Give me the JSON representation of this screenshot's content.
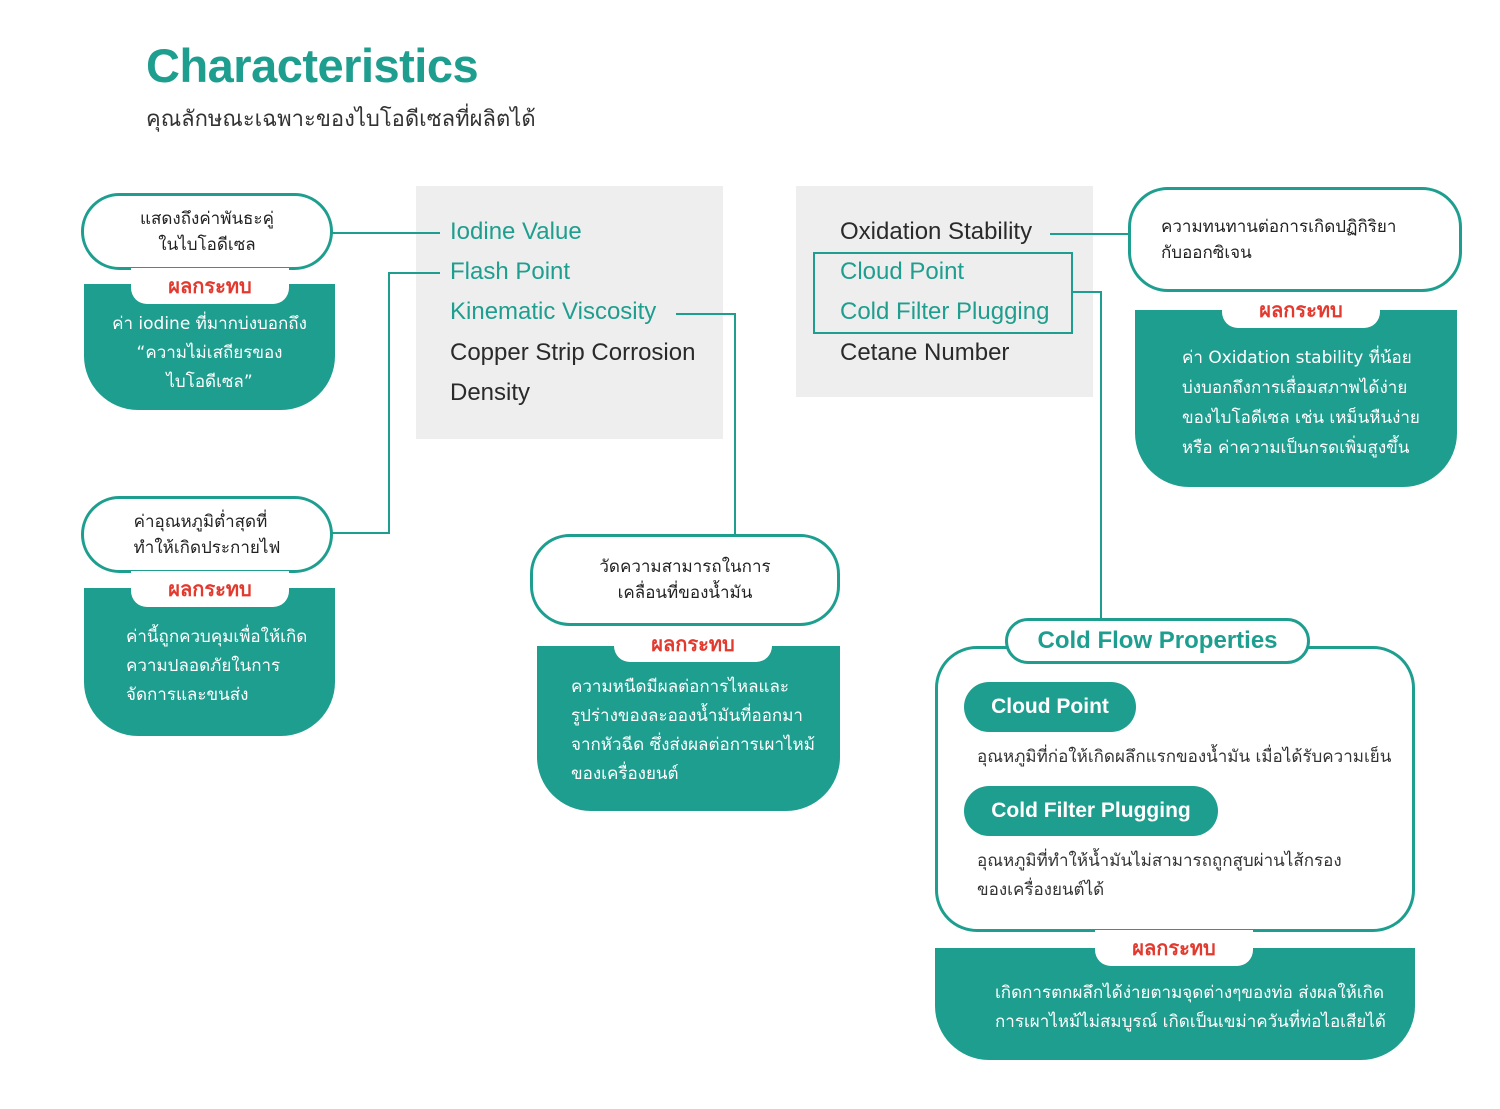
{
  "header": {
    "title": "Characteristics",
    "subtitle": "คุณลักษณะเฉพาะของไบโอดีเซลที่ผลิตได้"
  },
  "colors": {
    "accent": "#1e9e8f",
    "impact_label": "#e23a2f",
    "panel": "#eeeeee"
  },
  "left_panel": {
    "terms": [
      "Iodine Value",
      "Flash Point",
      "Kinematic Viscosity",
      "Copper Strip Corrosion",
      "Density"
    ]
  },
  "right_panel": {
    "terms": [
      "Oxidation Stability",
      "Cloud Point",
      "Cold Filter Plugging",
      "Cetane Number"
    ]
  },
  "impact_label": "ผลกระทบ",
  "callouts": {
    "iodine": {
      "heading": "แสดงถึงค่าพันธะคู่\nในไบโอดีเซล",
      "body": "ค่า iodine ที่มากบ่งบอกถึง\n“ความไม่เสถียรของ\nไบโอดีเซล”"
    },
    "flash": {
      "heading": "ค่าอุณหภูมิต่ำสุดที่\nทำให้เกิดประกายไฟ",
      "body": "ค่านี้ถูกควบคุมเพื่อให้เกิด\nความปลอดภัยในการ\nจัดการและขนส่ง"
    },
    "viscosity": {
      "heading": "วัดความสามารถในการ\nเคลื่อนที่ของน้ำมัน",
      "body": "ความหนืดมีผลต่อการไหลและ\nรูปร่างของละอองน้ำมันที่ออกมา\nจากหัวฉีด ซึ่งส่งผลต่อการเผาไหม้\nของเครื่องยนต์"
    },
    "oxidation": {
      "heading": "ความทนทานต่อการเกิดปฏิกิริยา\nกับออกซิเจน",
      "body": "ค่า Oxidation stability ที่น้อย\nบ่งบอกถึงการเสื่อมสภาพได้ง่าย\nของไบโอดีเซล เช่น เหม็นหืนง่าย\nหรือ ค่าความเป็นกรดเพิ่มสูงขึ้น"
    }
  },
  "cold_flow": {
    "title": "Cold Flow Properties",
    "items": [
      {
        "name": "Cloud Point",
        "description": "อุณหภูมิที่ก่อให้เกิดผลึกแรกของน้ำมัน เมื่อได้รับความเย็น"
      },
      {
        "name": "Cold Filter Plugging",
        "description": "อุณหภูมิที่ทำให้น้ำมันไม่สามารถถูกสูบผ่านไส้กรอง\nของเครื่องยนต์ได้"
      }
    ],
    "impact": "เกิดการตกผลึกได้ง่ายตามจุดต่างๆของท่อ ส่งผลให้เกิด\nการเผาไหม้ไม่สมบูรณ์ เกิดเป็นเขม่าควันที่ท่อไอเสียได้"
  }
}
